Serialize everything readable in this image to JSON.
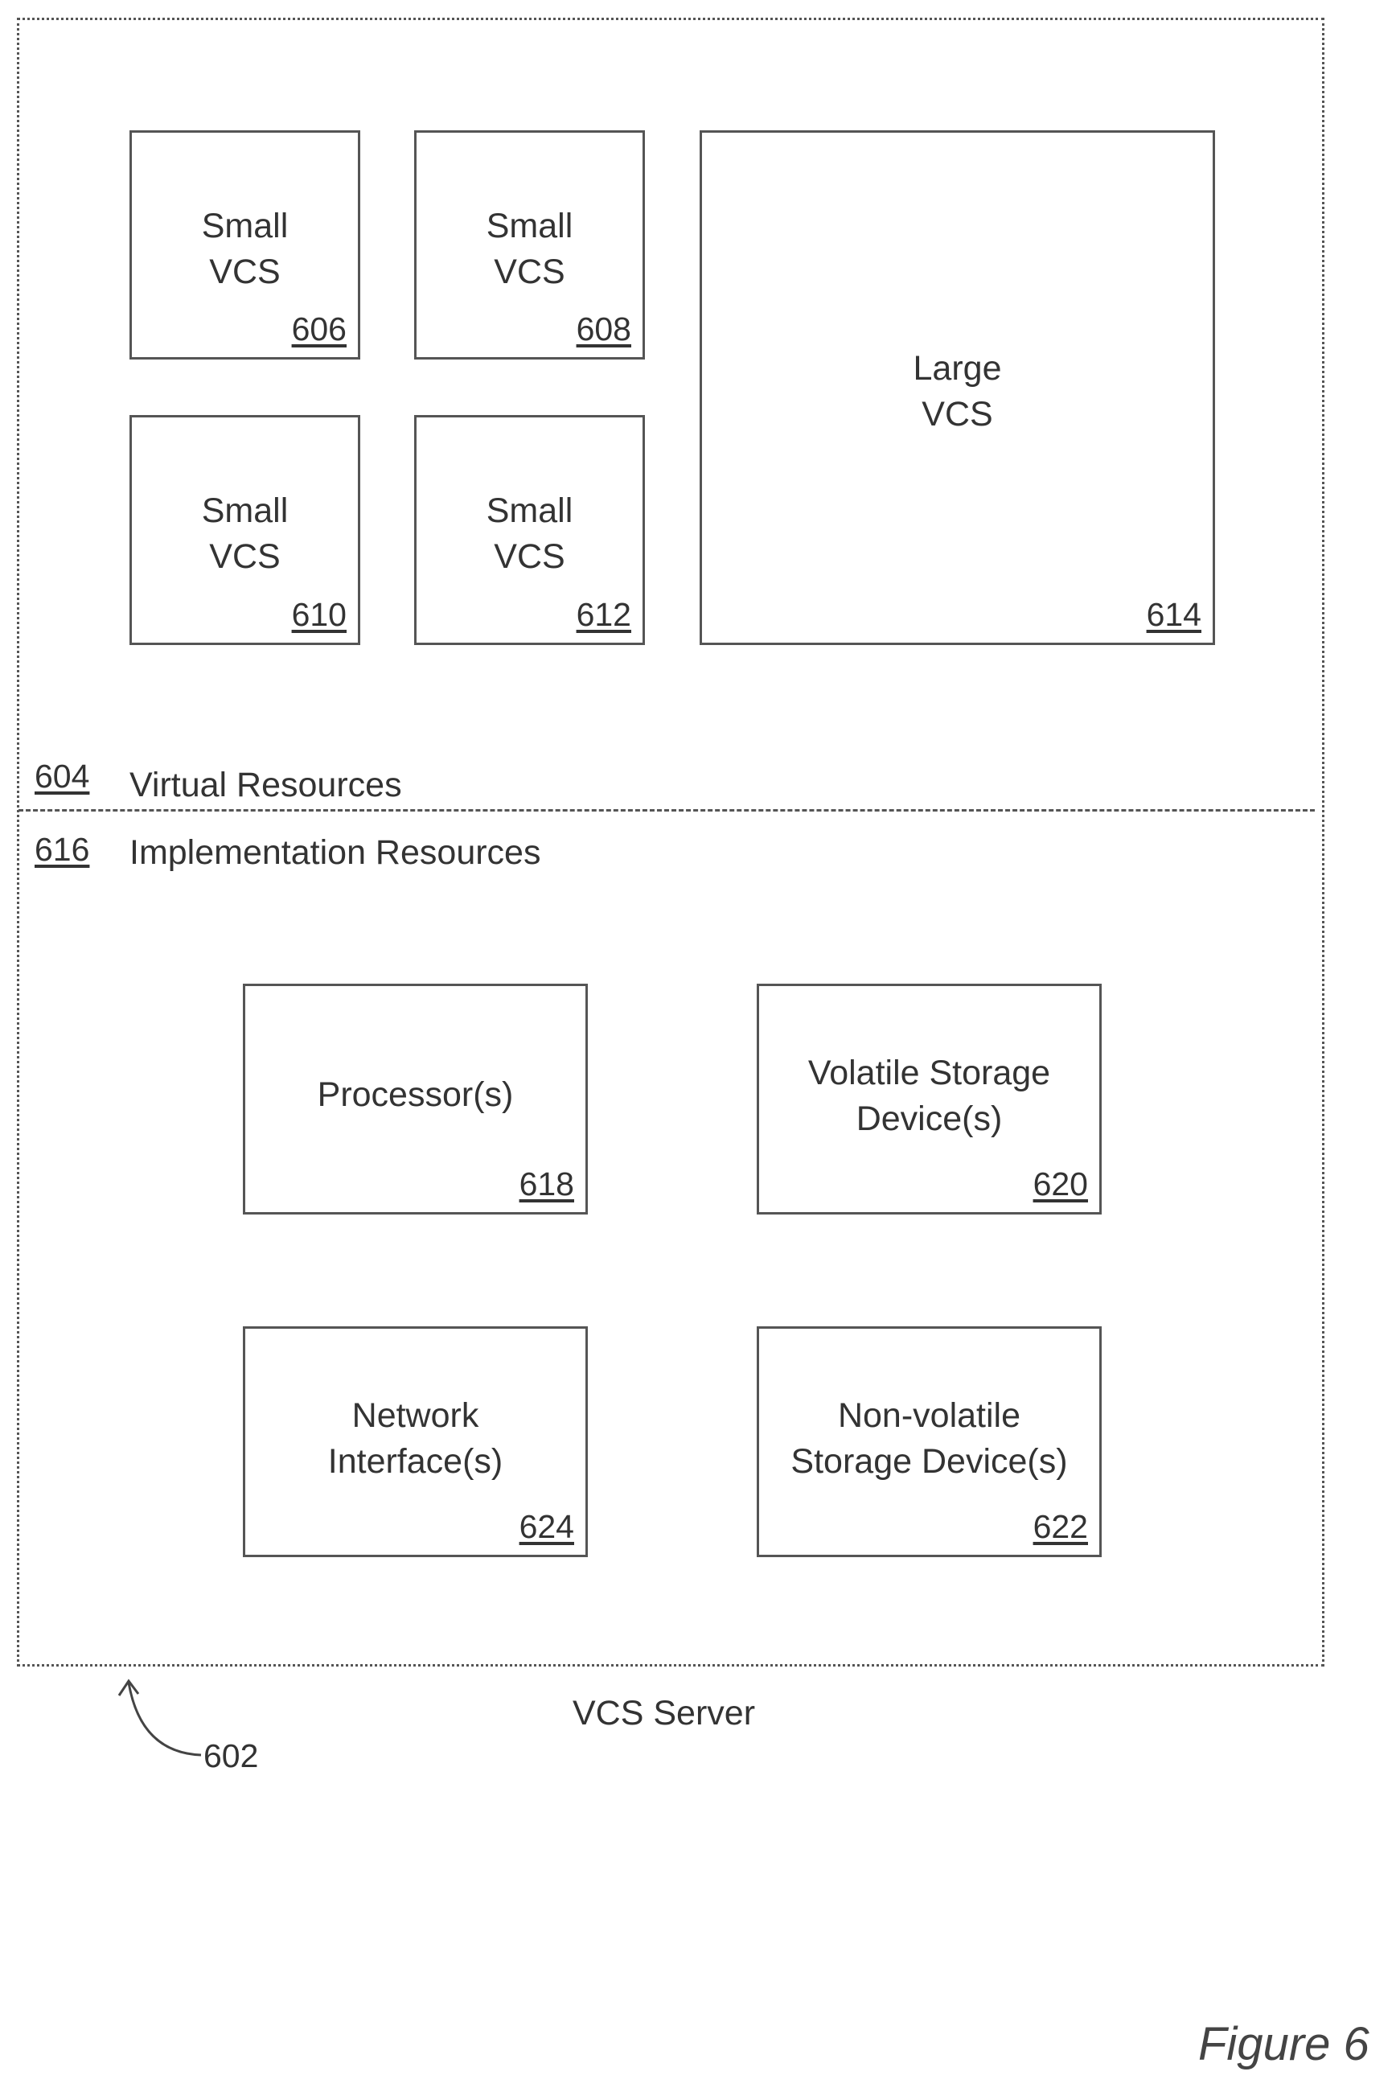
{
  "server": {
    "label": "VCS Server",
    "ref": "602"
  },
  "virtual_section": {
    "ref": "604",
    "label": "Virtual Resources"
  },
  "implementation_section": {
    "ref": "616",
    "label": "Implementation Resources"
  },
  "vcs_boxes": [
    {
      "label": "Small\nVCS",
      "ref": "606"
    },
    {
      "label": "Small\nVCS",
      "ref": "608"
    },
    {
      "label": "Small\nVCS",
      "ref": "610"
    },
    {
      "label": "Small\nVCS",
      "ref": "612"
    },
    {
      "label": "Large\nVCS",
      "ref": "614"
    }
  ],
  "resource_boxes": [
    {
      "label": "Processor(s)",
      "ref": "618"
    },
    {
      "label": "Volatile Storage\nDevice(s)",
      "ref": "620"
    },
    {
      "label": "Network\nInterface(s)",
      "ref": "624"
    },
    {
      "label": "Non-volatile\nStorage Device(s)",
      "ref": "622"
    }
  ],
  "figure_label": "Figure 6"
}
